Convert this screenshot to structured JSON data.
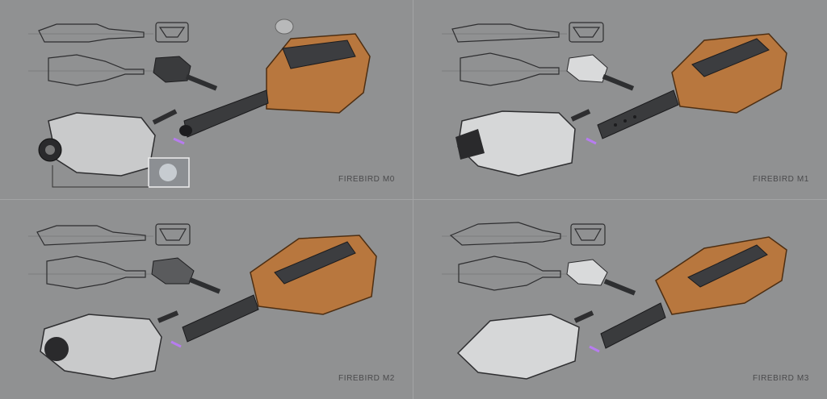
{
  "panels": [
    {
      "caption": "FIREBIRD M0"
    },
    {
      "caption": "FIREBIRD M1"
    },
    {
      "caption": "FIREBIRD M2"
    },
    {
      "caption": "FIREBIRD M3"
    }
  ],
  "colors": {
    "background": "#909192",
    "copper": "#b8773e",
    "copper_dark": "#7a4a22",
    "barrel": "#3a3b3d",
    "sketch_line": "#2e2e30",
    "sketch_fill": "#c9cacb",
    "flame": "#b77cf0"
  }
}
